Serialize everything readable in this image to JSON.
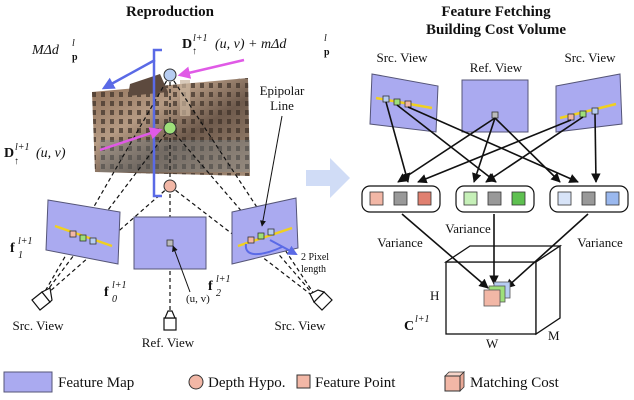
{
  "colors": {
    "feature_map": "#aaaaf0",
    "feature_map_stroke": "#555577",
    "blue_arrow": "#5a6ae6",
    "magenta_arrow": "#e05ae6",
    "hypo_blue": "#b7cdf2",
    "hypo_green": "#9ee07a",
    "hypo_red": "#f2b7a6",
    "epipolar": "#f0d020",
    "fetch_arrow": "#d0dcf6"
  },
  "left": {
    "title": "Reproduction",
    "m_delta_top_left": "MΔd",
    "m_delta_sup": "l",
    "m_delta_sub": "p",
    "formula_top": "D",
    "formula_top_rest": "(u, v) + mΔd",
    "formula_sup": "l+1",
    "formula_sub_p": "p",
    "formula_sup_l": "l",
    "formula_mid": "D",
    "formula_mid_rest": "(u, v)",
    "f1": "f",
    "f1_sub": "1",
    "f1_sup": "l+1",
    "f0": "f",
    "f0_sub": "0",
    "f0_sup": "l+1",
    "f2": "f",
    "f2_sub": "2",
    "f2_sup": "l+1",
    "uv": "(u, v)",
    "epipolar_1": "Epipolar",
    "epipolar_2": "Line",
    "pixel_1": "2 Pixel",
    "pixel_2": "length",
    "src_view_left": "Src. View",
    "ref_view": "Ref. View",
    "src_view_right": "Src. View"
  },
  "right": {
    "title_1": "Feature Fetching",
    "title_2": "Building Cost Volume",
    "src_view_1": "Src. View",
    "ref_view": "Ref. View",
    "src_view_2": "Src. View",
    "variance_left": "Variance",
    "variance_mid": "Variance",
    "variance_right": "Variance",
    "dim_h": "H",
    "dim_w": "W",
    "dim_m": "M",
    "cost_c": "C",
    "cost_sup": "l+1"
  },
  "legend": {
    "feature_map": "Feature Map",
    "depth_hypo": "Depth Hypo.",
    "feature_point": "Feature Point",
    "matching_cost": "Matching Cost"
  }
}
